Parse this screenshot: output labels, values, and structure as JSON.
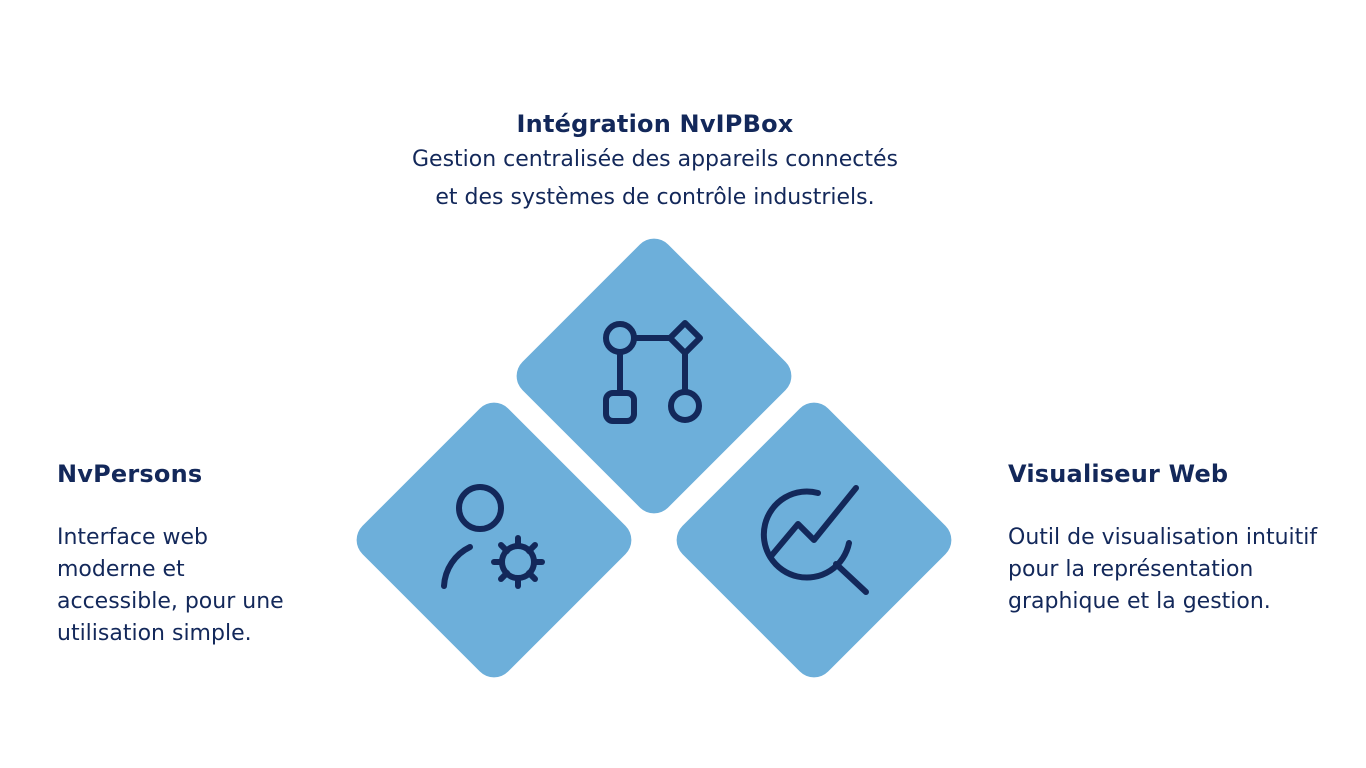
{
  "items": {
    "top": {
      "title": "Intégration NvIPBox",
      "description_line1": "Gestion centralisée des appareils connectés",
      "description_line2": "et des systèmes de contrôle industriels.",
      "icon": "workflow-icon"
    },
    "left": {
      "title": "NvPersons",
      "description_lines": [
        "Interface web",
        "moderne et",
        "accessible, pour une",
        "utilisation simple."
      ],
      "icon": "user-settings-icon"
    },
    "right": {
      "title": "Visualiseur Web",
      "description_lines": [
        "Outil de visualisation intuitif",
        "pour la représentation",
        "graphique et la gestion."
      ],
      "icon": "chart-search-icon"
    }
  },
  "colors": {
    "diamond": "#6dafda",
    "text": "#13285a",
    "icon": "#13285a"
  }
}
